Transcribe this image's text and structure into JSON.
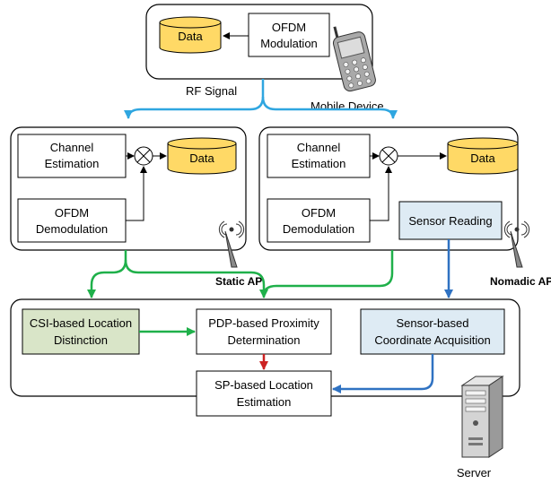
{
  "mobile": {
    "data_label": "Data",
    "ofdm_line1": "OFDM",
    "ofdm_line2": "Modulation",
    "rf_signal": "RF Signal",
    "device_label": "Mobile Device"
  },
  "static_ap": {
    "channel_line1": "Channel",
    "channel_line2": "Estimation",
    "data_label": "Data",
    "ofdm_line1": "OFDM",
    "ofdm_line2": "Demodulation",
    "name": "Static AP"
  },
  "nomadic_ap": {
    "channel_line1": "Channel",
    "channel_line2": "Estimation",
    "data_label": "Data",
    "ofdm_line1": "OFDM",
    "ofdm_line2": "Demodulation",
    "sensor_label": "Sensor Reading",
    "name": "Nomadic AP"
  },
  "server": {
    "csi_line1": "CSI-based Location",
    "csi_line2": "Distinction",
    "pdp_line1": "PDP-based Proximity",
    "pdp_line2": "Determination",
    "sensor_line1": "Sensor-based",
    "sensor_line2": "Coordinate Acquisition",
    "sp_line1": "SP-based Location",
    "sp_line2": "Estimation",
    "name": "Server"
  },
  "colors": {
    "data_fill": "#ffd966",
    "csi_fill": "#d9e5c8",
    "sensor_fill": "#deebf4",
    "blue_arrow": "#2fa6e0",
    "green_arrow": "#1fb04a",
    "dark_blue_arrow": "#2f72c2",
    "red_arrow": "#cc2222"
  },
  "icons": [
    "mobile-phone-icon",
    "antenna-icon",
    "server-tower-icon"
  ]
}
